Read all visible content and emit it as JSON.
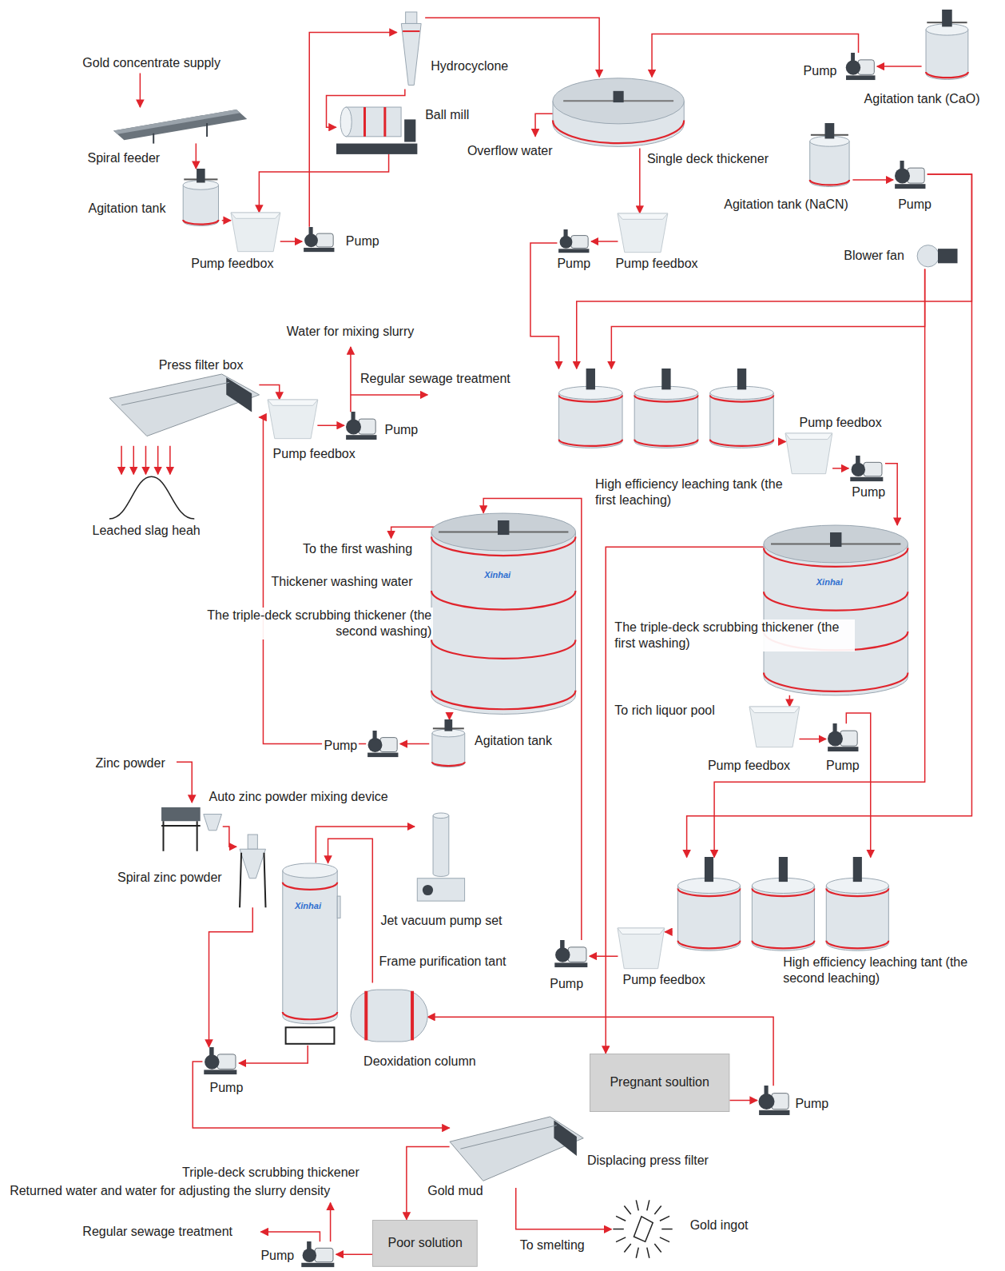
{
  "diagram": {
    "nodes": [
      {
        "text": [
          "Hydrocyclone"
        ]
      },
      {
        "text": [
          "Ball mill"
        ]
      },
      {
        "text": [
          "Single deck thickener"
        ]
      },
      {
        "text": [
          "Agitation tank (CaO)"
        ]
      },
      {
        "text": [
          "Pump"
        ]
      },
      {
        "text": [
          "Spiral feeder"
        ]
      },
      {
        "text": [
          "Agitation tank"
        ]
      },
      {
        "text": [
          "Pump feedbox"
        ]
      },
      {
        "text": [
          "Pump"
        ]
      },
      {
        "text": [
          "Agitation tank (NaCN)"
        ]
      },
      {
        "text": [
          "Pump"
        ]
      },
      {
        "text": [
          "Blower fan"
        ]
      },
      {
        "text": [
          "Pump feedbox"
        ]
      },
      {
        "text": [
          "Pump"
        ]
      },
      {
        "text": [
          "Press filter box"
        ]
      },
      {
        "text": [
          "Pump feedbox"
        ]
      },
      {
        "text": [
          "Pump"
        ]
      },
      {
        "text": [
          "High efficiency leaching tank (the first leaching)"
        ]
      },
      {
        "text": [
          "Pump feedbox"
        ]
      },
      {
        "text": [
          "Pump"
        ]
      },
      {
        "text": [
          "The triple-deck scrubbing thickener (the second washing)"
        ]
      },
      {
        "text": [
          "The triple-deck scrubbing thickener (the first washing)"
        ]
      },
      {
        "text": [
          "Agitation tank"
        ]
      },
      {
        "text": [
          "Pump"
        ]
      },
      {
        "text": [
          "Pump feedbox"
        ]
      },
      {
        "text": [
          "Pump"
        ]
      },
      {
        "text": [
          "Auto zinc powder mixing device"
        ]
      },
      {
        "text": [
          "Spiral zinc powder"
        ]
      },
      {
        "text": [
          "Frame purification tant"
        ]
      },
      {
        "text": [
          "Jet vacuum pump set"
        ]
      },
      {
        "text": [
          "Pump"
        ]
      },
      {
        "text": [
          "Pump feedbox"
        ]
      },
      {
        "text": [
          "High efficiency leaching tant (the second leaching)"
        ]
      },
      {
        "text": [
          "Deoxidation column"
        ]
      },
      {
        "text": [
          "Pump"
        ]
      },
      {
        "text": [
          "Pregnant soultion"
        ]
      },
      {
        "text": [
          "Pump"
        ]
      },
      {
        "text": [
          "Displacing press filter"
        ]
      },
      {
        "text": [
          "Gold ingot"
        ]
      },
      {
        "text": [
          "Poor solution"
        ]
      },
      {
        "text": [
          "Pump"
        ]
      }
    ],
    "edges": [
      {
        "from": 5,
        "to": 6,
        "arrow": "to"
      },
      {
        "from": 6,
        "to": 7,
        "arrow": "to"
      },
      {
        "from": 1,
        "to": 7,
        "arrow": "to"
      },
      {
        "from": 7,
        "to": 8,
        "arrow": "to"
      },
      {
        "from": 8,
        "to": 0,
        "arrow": "to"
      },
      {
        "from": 0,
        "to": 1,
        "arrow": "to"
      },
      {
        "from": 0,
        "to": 2,
        "arrow": "to"
      },
      {
        "from": 4,
        "to": 2,
        "arrow": "to"
      },
      {
        "from": 3,
        "to": 4,
        "arrow": "to"
      },
      {
        "from": 2,
        "to": 12,
        "arrow": "to"
      },
      {
        "from": 12,
        "to": 13,
        "arrow": "to"
      },
      {
        "from": 13,
        "to": 17,
        "arrow": "to"
      },
      {
        "from": 9,
        "to": 10,
        "arrow": "to"
      },
      {
        "from": 10,
        "to": 17,
        "arrow": "to"
      },
      {
        "from": 10,
        "to": 32,
        "arrow": "to"
      },
      {
        "from": 11,
        "to": 17,
        "arrow": "to"
      },
      {
        "from": 11,
        "to": 32,
        "arrow": "to"
      },
      {
        "from": 17,
        "to": 18,
        "arrow": "to"
      },
      {
        "from": 18,
        "to": 19,
        "arrow": "to"
      },
      {
        "from": 19,
        "to": 21,
        "arrow": "to"
      },
      {
        "from": 21,
        "to": 24,
        "arrow": "to"
      },
      {
        "from": 24,
        "to": 25,
        "arrow": "to"
      },
      {
        "from": 25,
        "to": 32,
        "arrow": "to"
      },
      {
        "from": 21,
        "to": 35,
        "arrow": "to"
      },
      {
        "from": 31,
        "to": 30,
        "arrow": "to"
      },
      {
        "from": 32,
        "to": 31,
        "arrow": "to"
      },
      {
        "from": 30,
        "to": 20,
        "arrow": "to"
      },
      {
        "from": 20,
        "to": 22,
        "arrow": "to"
      },
      {
        "from": 22,
        "to": 23,
        "arrow": "to"
      },
      {
        "from": 23,
        "to": 14,
        "arrow": "to"
      },
      {
        "from": 14,
        "to": 15,
        "arrow": "to"
      },
      {
        "from": 15,
        "to": 16,
        "arrow": "to"
      },
      {
        "from": 35,
        "to": 36,
        "arrow": "to"
      },
      {
        "from": 36,
        "to": 33,
        "arrow": "to"
      },
      {
        "from": 33,
        "to": 28,
        "arrow": "to"
      },
      {
        "from": 28,
        "to": 29,
        "arrow": "to"
      },
      {
        "from": 26,
        "to": 27,
        "arrow": "to"
      },
      {
        "from": 27,
        "to": 34,
        "arrow": "to"
      },
      {
        "from": 28,
        "to": 34,
        "arrow": "to"
      },
      {
        "from": 34,
        "to": 37,
        "arrow": "to"
      },
      {
        "from": 37,
        "to": 38,
        "arrow": "to"
      },
      {
        "from": 37,
        "to": 39,
        "arrow": "to"
      },
      {
        "from": 39,
        "to": 40,
        "arrow": "to"
      }
    ],
    "labels": [
      "Gold concentrate supply",
      "Overflow water",
      "Water for mixing slurry",
      "Regular sewage treatment",
      "Leached slag heah",
      "To the first washing",
      "Thickener washing water",
      "Xinhai",
      "Xinhai",
      "To rich liquor pool",
      "Zinc powder",
      "Xinhai",
      "Gold mud",
      "To smelting",
      "Triple-deck scrubbing thickener",
      "Returned water and water for adjusting the slurry density",
      "Regular sewage treatment"
    ]
  }
}
